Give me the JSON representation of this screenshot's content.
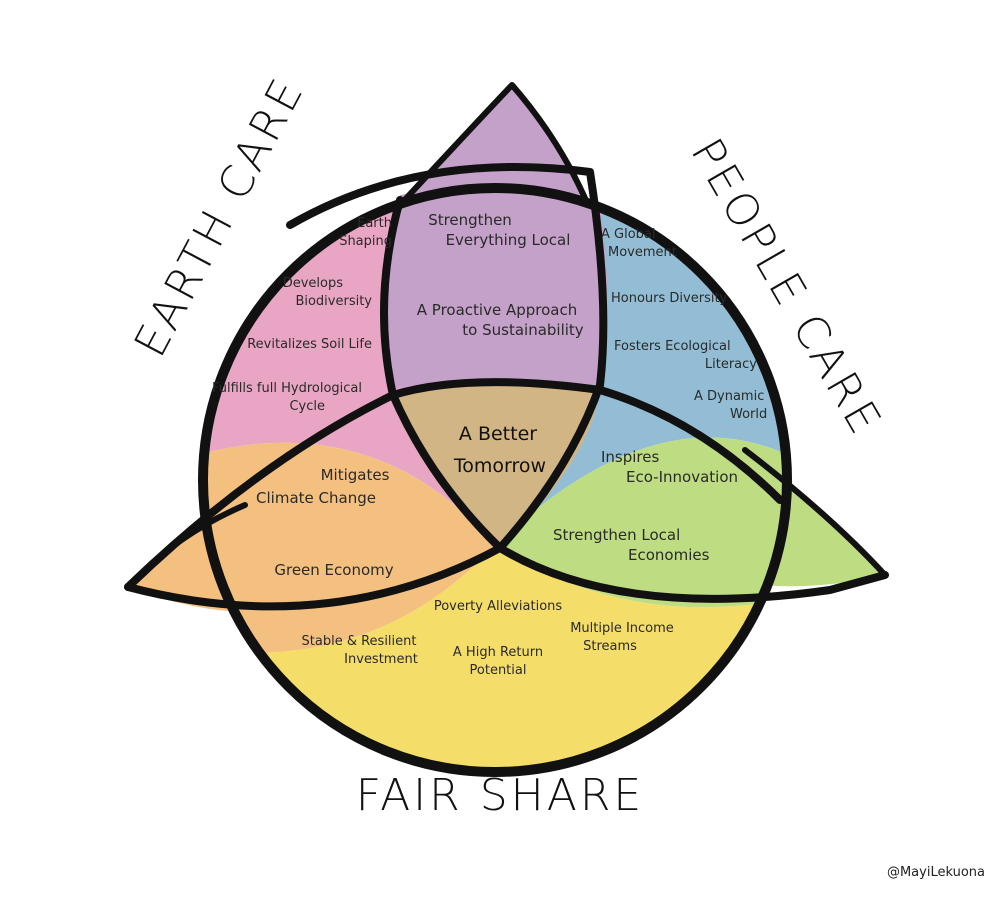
{
  "titles": {
    "earth": "EARTH CARE",
    "people": "PEOPLE CARE",
    "fair": "FAIR SHARE"
  },
  "center": {
    "line1": "A Better",
    "line2": "Tomorrow"
  },
  "earth_care": {
    "earth_shaping": [
      "Earth",
      "Shaping"
    ],
    "biodiversity": [
      "Develops",
      "Biodiversity"
    ],
    "soil": [
      "Revitalizes Soil Life"
    ],
    "hydro": [
      "Fulfills full Hydrological",
      "Cycle"
    ]
  },
  "earth_people": {
    "strengthen_local": [
      "Strengthen",
      "Everything Local"
    ],
    "proactive": [
      "A Proactive Approach",
      "to Sustainability"
    ]
  },
  "people_care": {
    "global": [
      "A Global",
      "Movement"
    ],
    "diversity": [
      "Honours Diversity"
    ],
    "literacy": [
      "Fosters Ecological",
      "Literacy"
    ],
    "dynamic": [
      "A Dynamic",
      "World"
    ]
  },
  "people_fair": {
    "eco_innovation": [
      "Inspires",
      "Eco-Innovation"
    ],
    "local_economies": [
      "Strengthen Local",
      "Economies"
    ]
  },
  "earth_fair": {
    "climate": [
      "Mitigates",
      "Climate Change"
    ],
    "green_economy": [
      "Green Economy"
    ]
  },
  "fair_share": {
    "poverty": [
      "Poverty Alleviations"
    ],
    "investment": [
      "Stable & Resilient",
      "Investment"
    ],
    "high_return": [
      "A High Return",
      "Potential"
    ],
    "income": [
      "Multiple Income",
      "Streams"
    ]
  },
  "credit": "@MayiLekuona",
  "colors": {
    "earth": "#e9a6c4",
    "people": "#92bdd4",
    "fair": "#f5dd69",
    "earth_people": "#c4a1c8",
    "people_fair": "#bedd82",
    "earth_fair": "#f4c080",
    "center": "#d2b585",
    "stroke": "#111111"
  }
}
